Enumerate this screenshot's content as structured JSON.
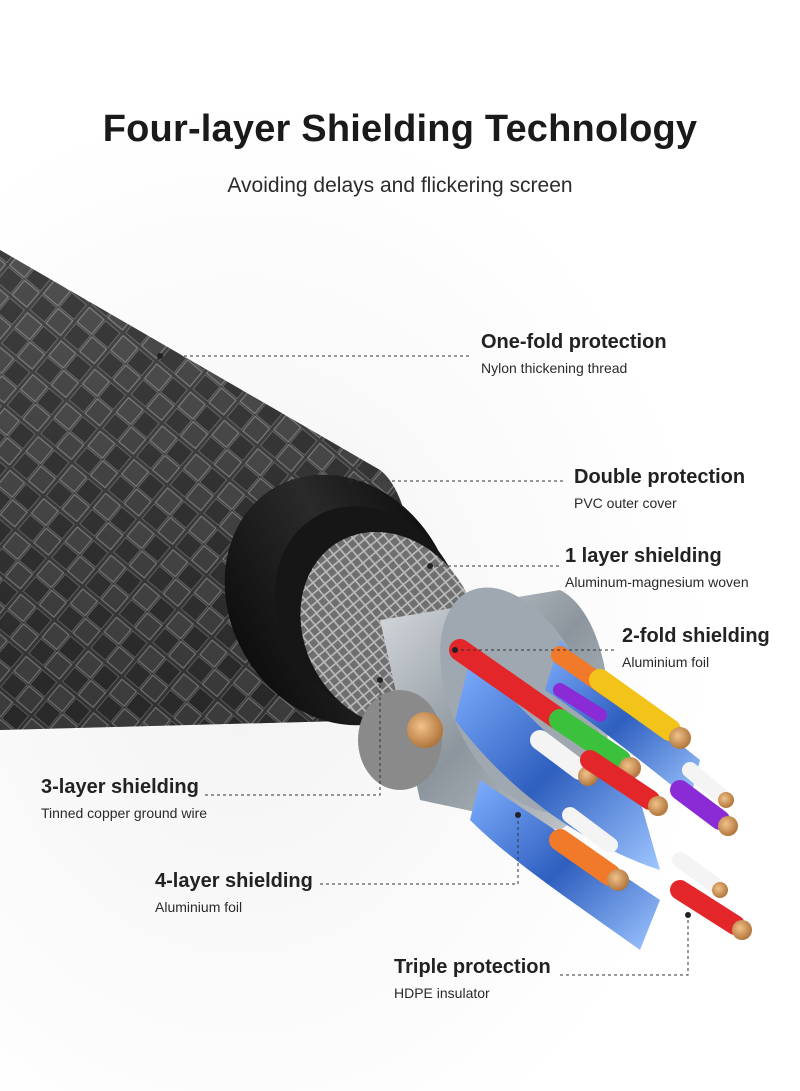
{
  "header": {
    "title": "Four-layer Shielding Technology",
    "subtitle": "Avoiding delays and flickering screen"
  },
  "layers": [
    {
      "title": "One-fold protection",
      "description": "Nylon thickening thread"
    },
    {
      "title": "Double protection",
      "description": "PVC outer cover"
    },
    {
      "title": "1 layer shielding",
      "description": "Aluminum-magnesium woven"
    },
    {
      "title": "2-fold shielding",
      "description": "Aluminium foil"
    },
    {
      "title": "3-layer shielding",
      "description": "Tinned copper ground wire"
    },
    {
      "title": "4-layer shielding",
      "description": "Aluminium foil"
    },
    {
      "title": "Triple protection",
      "description": "HDPE insulator"
    }
  ],
  "colors": {
    "braid": "#3a3a3a",
    "jacket": "#1c1c1c",
    "shield_foil": "#9aa4ad",
    "wire_red": "#e2262a",
    "wire_orange": "#f07a2a",
    "wire_yellow": "#f2c318",
    "wire_purple": "#8a2bd6",
    "wire_green": "#3cc13c",
    "wire_white": "#f4f4f4",
    "foil_blue": "#3a7bd5",
    "copper": "#c98a4a"
  },
  "icons": [
    "cable-cross-section-illustration"
  ]
}
